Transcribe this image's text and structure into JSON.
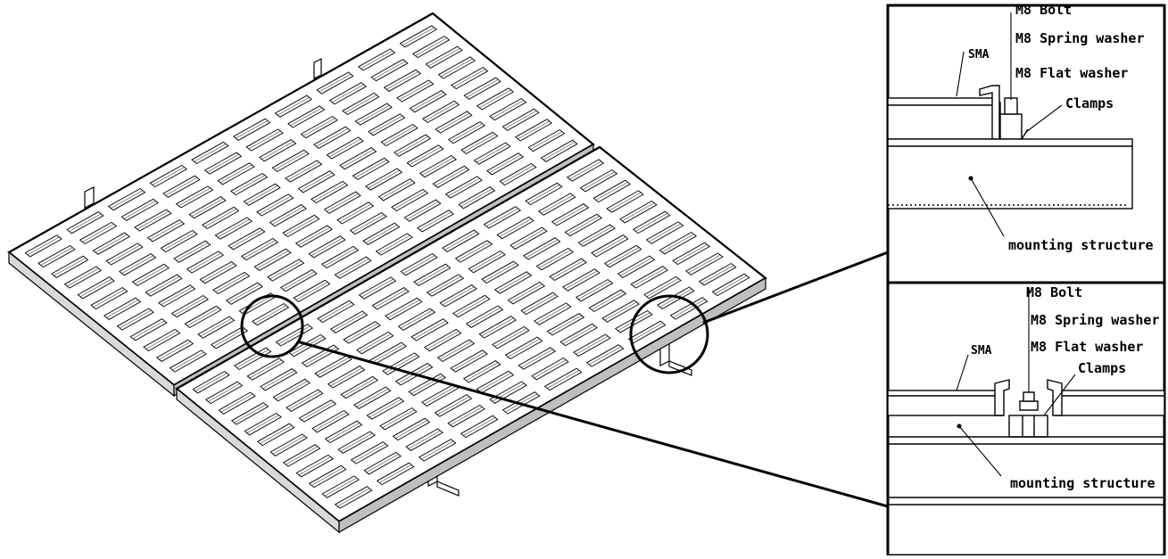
{
  "labels": {
    "top": {
      "bolt": "M8 Bolt",
      "spring_washer": "M8 Spring washer",
      "flat_washer": "M8 Flat washer",
      "sma": "SMA",
      "clamps": "Clamps",
      "mounting": "mounting structure"
    },
    "bottom": {
      "bolt": "M8 Bolt",
      "spring_washer": "M8 Spring washer",
      "flat_washer": "M8 Flat washer",
      "sma": "SMA",
      "clamps": "Clamps",
      "mounting": "mounting structure"
    }
  },
  "colors": {
    "line": "#000000",
    "panel_bg": "#ffffff"
  }
}
